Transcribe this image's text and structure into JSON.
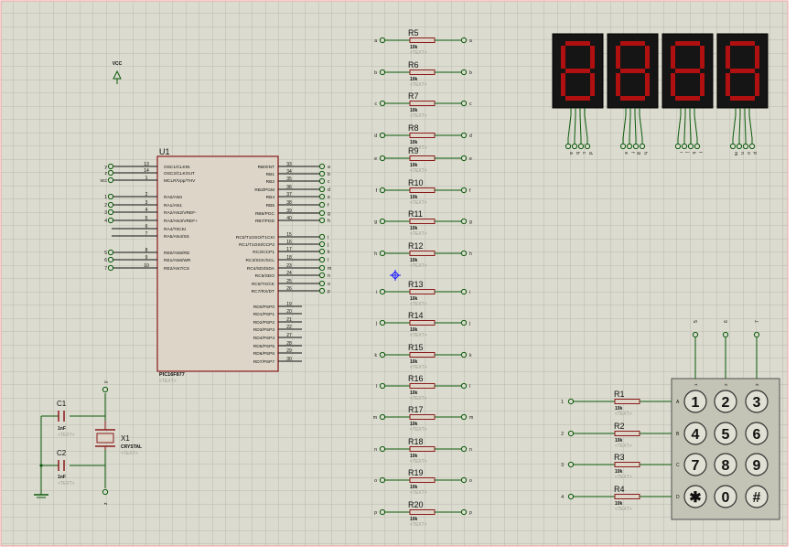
{
  "colors": {
    "sheet": "#dbdbcf",
    "grid": "#b9b9ad",
    "border": "#f0a0a0",
    "wire": "#0a5a0a",
    "part": "#8b1a1a",
    "part_fill": "#ddd6c8",
    "text": "#101010",
    "placeholder": "#9a9a8c",
    "seg_body": "#151515",
    "seg_on": "#b01010",
    "key_body": "#c4c4b6",
    "key": "#e0e0d4",
    "marker": "#2020ff"
  },
  "vcc": {
    "label": "VCC",
    "icon": "power-arrow-icon"
  },
  "mcu": {
    "ref": "U1",
    "model": "PIC16F877",
    "text_placeholder": "<TEXT>",
    "left_pins": [
      {
        "net": "y",
        "num": "13",
        "name": "OSC1/CLKIN"
      },
      {
        "net": "z",
        "num": "14",
        "name": "OSC2/CLKOUT"
      },
      {
        "net": "vcc",
        "num": "1",
        "name": "MCLR/Vpp/THV"
      },
      {
        "net": "1",
        "num": "2",
        "name": "RA0/AN0"
      },
      {
        "net": "2",
        "num": "3",
        "name": "RA1/AN1"
      },
      {
        "net": "3",
        "num": "4",
        "name": "RA2/AN2/VREF-"
      },
      {
        "net": "4",
        "num": "5",
        "name": "RA3/AN3/VREF+"
      },
      {
        "net": "",
        "num": "6",
        "name": "RA4/T0CKI"
      },
      {
        "net": "",
        "num": "7",
        "name": "RA5/AN4/SS"
      },
      {
        "net": "5",
        "num": "8",
        "name": "RE0/AN5/RD"
      },
      {
        "net": "6",
        "num": "9",
        "name": "RE1/AN6/WR"
      },
      {
        "net": "7",
        "num": "10",
        "name": "RE2/AN7/CS"
      }
    ],
    "right_pins": [
      {
        "net": "a",
        "num": "33",
        "name": "RB0/INT"
      },
      {
        "net": "b",
        "num": "34",
        "name": "RB1"
      },
      {
        "net": "c",
        "num": "35",
        "name": "RB2"
      },
      {
        "net": "d",
        "num": "36",
        "name": "RB3/PGM"
      },
      {
        "net": "e",
        "num": "37",
        "name": "RB4"
      },
      {
        "net": "f",
        "num": "38",
        "name": "RB5"
      },
      {
        "net": "g",
        "num": "39",
        "name": "RB6/PGC"
      },
      {
        "net": "h",
        "num": "40",
        "name": "RB7/PGD"
      },
      {
        "net": "i",
        "num": "15",
        "name": "RC0/T1OSO/T1CKI"
      },
      {
        "net": "j",
        "num": "16",
        "name": "RC1/T1OSI/CCP2"
      },
      {
        "net": "k",
        "num": "17",
        "name": "RC2/CCP1"
      },
      {
        "net": "l",
        "num": "18",
        "name": "RC3/SCK/SCL"
      },
      {
        "net": "m",
        "num": "23",
        "name": "RC4/SDI/SDA"
      },
      {
        "net": "n",
        "num": "24",
        "name": "RC5/SDO"
      },
      {
        "net": "o",
        "num": "25",
        "name": "RC6/TX/CK"
      },
      {
        "net": "p",
        "num": "26",
        "name": "RC7/RX/DT"
      },
      {
        "net": "",
        "num": "19",
        "name": "RD0/PSP0"
      },
      {
        "net": "",
        "num": "20",
        "name": "RD1/PSP1"
      },
      {
        "net": "",
        "num": "21",
        "name": "RD2/PSP2"
      },
      {
        "net": "",
        "num": "22",
        "name": "RD3/PSP3"
      },
      {
        "net": "",
        "num": "27",
        "name": "RD4/PSP4"
      },
      {
        "net": "",
        "num": "28",
        "name": "RD5/PSP5"
      },
      {
        "net": "",
        "num": "29",
        "name": "RD6/PSP6"
      },
      {
        "net": "",
        "num": "30",
        "name": "RD7/PSP7"
      }
    ]
  },
  "resistor_column": [
    {
      "ref": "R5",
      "value": "10k",
      "net": "a"
    },
    {
      "ref": "R6",
      "value": "10k",
      "net": "b"
    },
    {
      "ref": "R7",
      "value": "10k",
      "net": "c"
    },
    {
      "ref": "R8",
      "value": "10k",
      "net": "d"
    },
    {
      "ref": "R9",
      "value": "10k",
      "net": "e"
    },
    {
      "ref": "R10",
      "value": "10k",
      "net": "f"
    },
    {
      "ref": "R11",
      "value": "10k",
      "net": "g"
    },
    {
      "ref": "R12",
      "value": "10k",
      "net": "h"
    },
    {
      "ref": "R13",
      "value": "10k",
      "net": "i"
    },
    {
      "ref": "R14",
      "value": "10k",
      "net": "j"
    },
    {
      "ref": "R15",
      "value": "10k",
      "net": "k"
    },
    {
      "ref": "R16",
      "value": "10k",
      "net": "l"
    },
    {
      "ref": "R17",
      "value": "10k",
      "net": "m"
    },
    {
      "ref": "R18",
      "value": "10k",
      "net": "n"
    },
    {
      "ref": "R19",
      "value": "10k",
      "net": "o"
    },
    {
      "ref": "R20",
      "value": "10k",
      "net": "p"
    }
  ],
  "display": {
    "digits": [
      {
        "nets": [
          "a",
          "b",
          "c",
          "d"
        ]
      },
      {
        "nets": [
          "e",
          "f",
          "g",
          "h"
        ]
      },
      {
        "nets": [
          "i",
          "j",
          "k",
          "l"
        ]
      },
      {
        "nets": [
          "m",
          "n",
          "o",
          "p"
        ]
      }
    ],
    "segments_on": "8"
  },
  "crystal": {
    "c1_ref": "C1",
    "c1_value": "1nF",
    "c2_ref": "C2",
    "c2_value": "1nF",
    "x1_ref": "X1",
    "x1_value": "CRYSTAL",
    "net_top": "y",
    "net_bottom": "z"
  },
  "keypad": {
    "col_nets": [
      "5",
      "6",
      "7"
    ],
    "col_pins": [
      "1",
      "2",
      "3"
    ],
    "row_labels": [
      "A",
      "B",
      "C",
      "D"
    ],
    "keys": [
      [
        "1",
        "2",
        "3"
      ],
      [
        "4",
        "5",
        "6"
      ],
      [
        "7",
        "8",
        "9"
      ],
      [
        "✱",
        "0",
        "#"
      ]
    ],
    "row_resistors": [
      {
        "ref": "R1",
        "value": "10k",
        "net": "1"
      },
      {
        "ref": "R2",
        "value": "10k",
        "net": "2"
      },
      {
        "ref": "R3",
        "value": "10k",
        "net": "3"
      },
      {
        "ref": "R4",
        "value": "10k",
        "net": "4"
      }
    ]
  }
}
